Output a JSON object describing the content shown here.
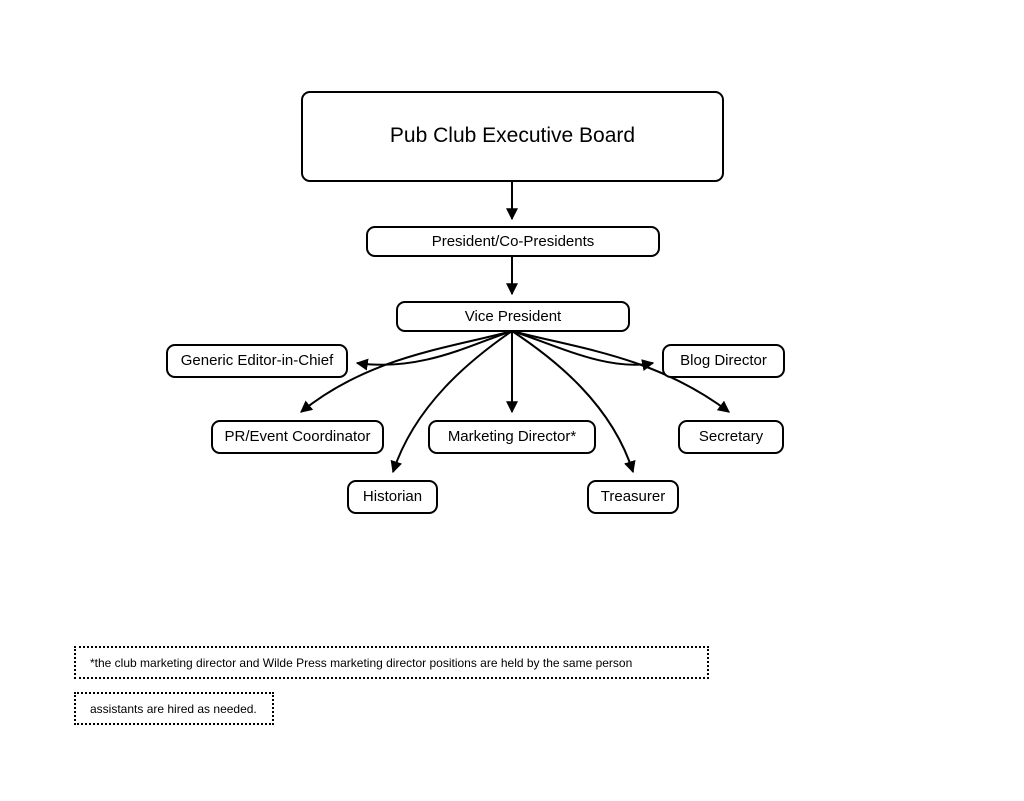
{
  "diagram": {
    "title": "Pub Club Executive Board",
    "type": "organizational-chart",
    "colors": {
      "background": "#ffffff",
      "stroke": "#000000",
      "node_fill": "#ffffff",
      "text": "#000000"
    },
    "nodes": [
      {
        "id": "root",
        "label": "Pub Club Executive Board"
      },
      {
        "id": "president",
        "label": "President/Co-Presidents"
      },
      {
        "id": "vp",
        "label": "Vice President"
      },
      {
        "id": "editor",
        "label": "Generic Editor-in-Chief"
      },
      {
        "id": "blog",
        "label": "Blog Director"
      },
      {
        "id": "pr",
        "label": "PR/Event Coordinator"
      },
      {
        "id": "marketing",
        "label": "Marketing Director*"
      },
      {
        "id": "secretary",
        "label": "Secretary"
      },
      {
        "id": "historian",
        "label": "Historian"
      },
      {
        "id": "treasurer",
        "label": "Treasurer"
      }
    ],
    "edges": [
      {
        "from": "root",
        "to": "president",
        "style": "straight"
      },
      {
        "from": "president",
        "to": "vp",
        "style": "straight"
      },
      {
        "from": "vp",
        "to": "editor",
        "style": "curved"
      },
      {
        "from": "vp",
        "to": "pr",
        "style": "curved"
      },
      {
        "from": "vp",
        "to": "historian",
        "style": "curved"
      },
      {
        "from": "vp",
        "to": "marketing",
        "style": "straight"
      },
      {
        "from": "vp",
        "to": "treasurer",
        "style": "curved"
      },
      {
        "from": "vp",
        "to": "secretary",
        "style": "curved"
      },
      {
        "from": "vp",
        "to": "blog",
        "style": "curved"
      }
    ],
    "footnotes": [
      {
        "id": "marketing-note",
        "label": "*the club marketing director and Wilde Press marketing director positions are held by the same person"
      },
      {
        "id": "assistants-note",
        "label": "assistants are hired as needed."
      }
    ]
  }
}
